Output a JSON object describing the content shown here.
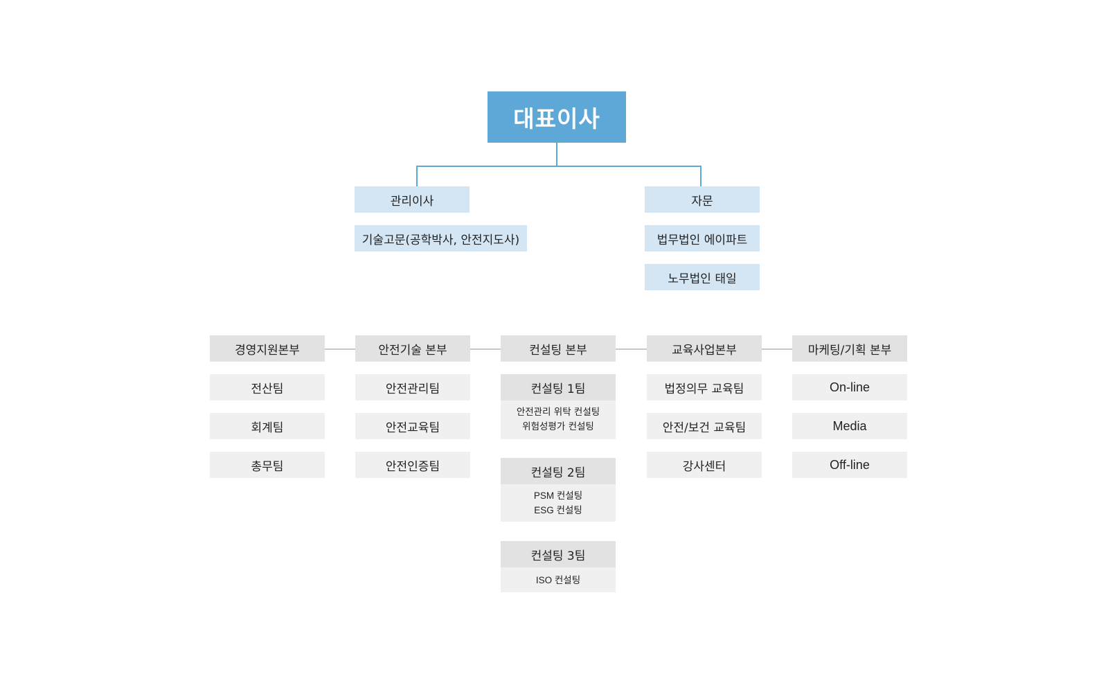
{
  "ceo": "대표이사",
  "management": {
    "label": "관리이사",
    "items": [
      "기술고문(공학박사, 안전지도사)"
    ]
  },
  "advisory": {
    "label": "자문",
    "items": [
      "법무법인 에이파트",
      "노무법인 태일"
    ]
  },
  "divisions": [
    {
      "label": "경영지원본부",
      "teams": [
        "전산팀",
        "회계팀",
        "총무팀"
      ]
    },
    {
      "label": "안전기술 본부",
      "teams": [
        "안전관리팀",
        "안전교육팀",
        "안전인증팀"
      ]
    },
    {
      "label": "컨설팅 본부",
      "teams": [
        {
          "label": "컨설팅 1팀",
          "services": [
            "안전관리 위탁 컨설팅",
            "위험성평가 컨설팅"
          ]
        },
        {
          "label": "컨설팅 2팀",
          "services": [
            "PSM 컨설팅",
            "ESG 컨설팅"
          ]
        },
        {
          "label": "컨설팅 3팀",
          "services": [
            "ISO 컨설팅"
          ]
        }
      ]
    },
    {
      "label": "교육사업본부",
      "teams": [
        "법정의무 교육팀",
        "안전/보건 교육팀",
        "강사센터"
      ]
    },
    {
      "label": "마케팅/기획 본부",
      "teams": [
        "On-line",
        "Media",
        "Off-line"
      ]
    }
  ],
  "colors": {
    "ceo_bg": "#5ea8d7",
    "connector": "#5ea8d7",
    "exec_bg": "#d4e6f3",
    "division_bg": "#e2e2e2",
    "team_bg": "#f0f0f0",
    "division_connector": "#c8c8c8"
  }
}
